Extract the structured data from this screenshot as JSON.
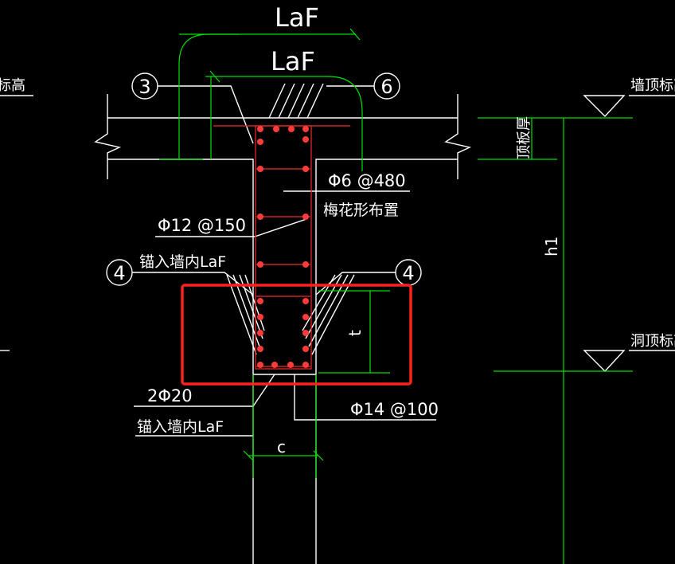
{
  "colors": {
    "background": "#000000",
    "outline": "#ffffff",
    "dimension": "#00ff00",
    "rebar": "#ff3b3b",
    "stirrup": "#cc2222",
    "highlight": "#ff2020"
  },
  "labels": {
    "laf_top": "LaF",
    "laf_second": "LaF",
    "bubble_3": "3",
    "bubble_6": "6",
    "bubble_4_left": "4",
    "bubble_4_right": "4",
    "left_edge_top": "标高",
    "tie_spec": "Φ6 @480",
    "tie_note": "梅花形布置",
    "bar_spec_150": "Φ12 @150",
    "anchor_note_1": "锚入墙内LaF",
    "bottom_bars": "2Φ20",
    "anchor_note_2": "锚入墙内LaF",
    "stirrup_spec": "Φ14 @100",
    "dim_c": "c",
    "dim_t": "t",
    "dim_h1": "h1",
    "slab_thickness": "顶板厚",
    "wall_top_elev": "墙顶标高",
    "opening_top_elev": "洞顶标高"
  }
}
